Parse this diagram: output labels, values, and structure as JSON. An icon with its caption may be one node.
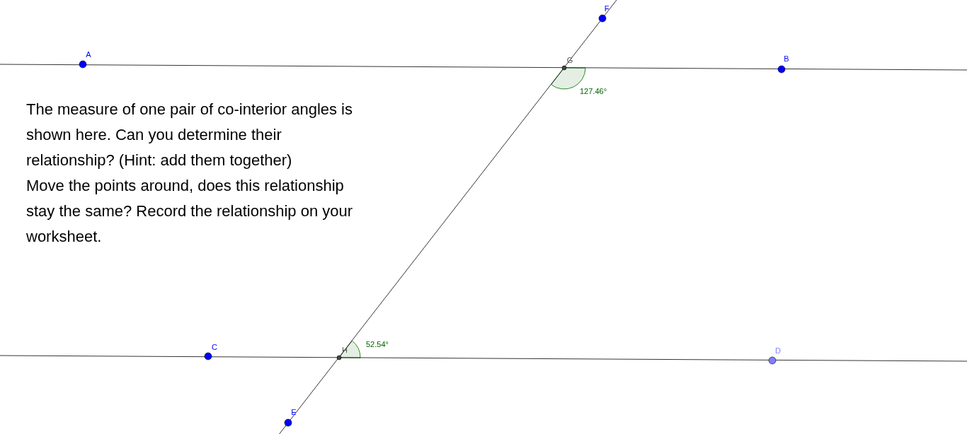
{
  "diagram": {
    "labels": [
      "F",
      "A",
      "G",
      "B",
      "127.46°",
      "The measure of one pair of co-interior angles is shown here.  Can you determine their relationship?  (Hint: add them together)",
      "Move the points around, does this relationship stay the same?  Record the relationship on your worksheet.",
      "52.54°",
      "C",
      "H",
      "D",
      "E"
    ]
  }
}
